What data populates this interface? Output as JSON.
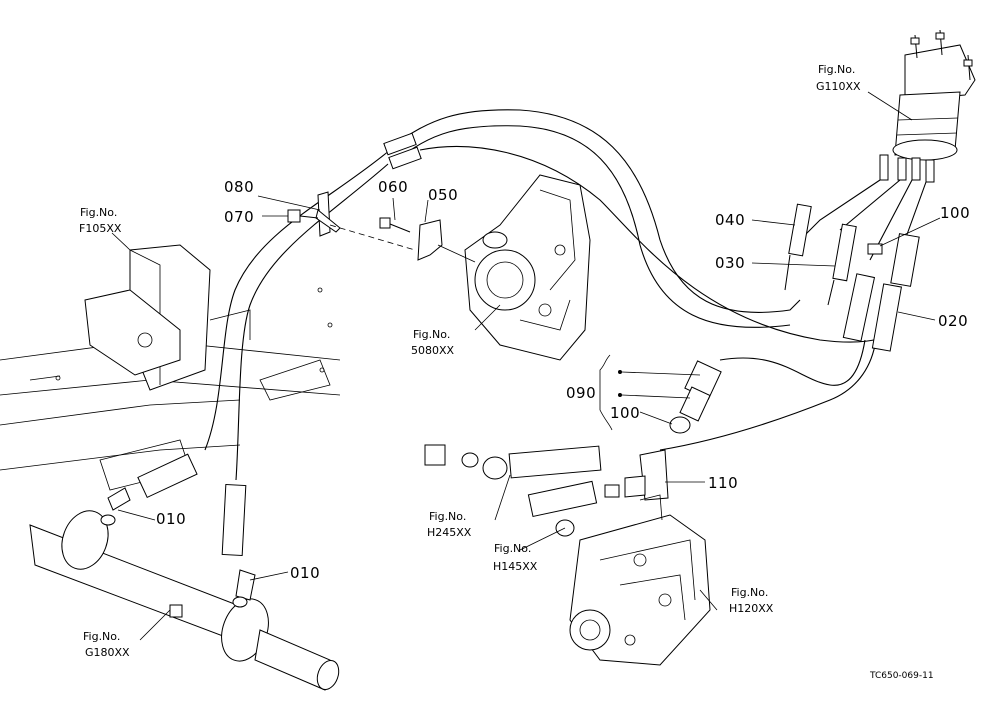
{
  "diagram": {
    "part_numbers": {
      "p010a": "010",
      "p010b": "010",
      "p020": "020",
      "p030": "030",
      "p040": "040",
      "p050": "050",
      "p060": "060",
      "p070": "070",
      "p080": "080",
      "p090": "090",
      "p100a": "100",
      "p100b": "100",
      "p110": "110"
    },
    "figure_refs": {
      "g110": [
        "Fig.No.",
        "G110XX"
      ],
      "f105": [
        "Fig.No.",
        "F105XX"
      ],
      "s5080": [
        "Fig.No.",
        "5080XX"
      ],
      "h245": [
        "Fig.No.",
        "H245XX"
      ],
      "h145": [
        "Fig.No.",
        "H145XX"
      ],
      "h120": [
        "Fig.No.",
        "H120XX"
      ],
      "g180": [
        "Fig.No.",
        "G180XX"
      ]
    },
    "drawing_code": "TC650-069-11"
  }
}
